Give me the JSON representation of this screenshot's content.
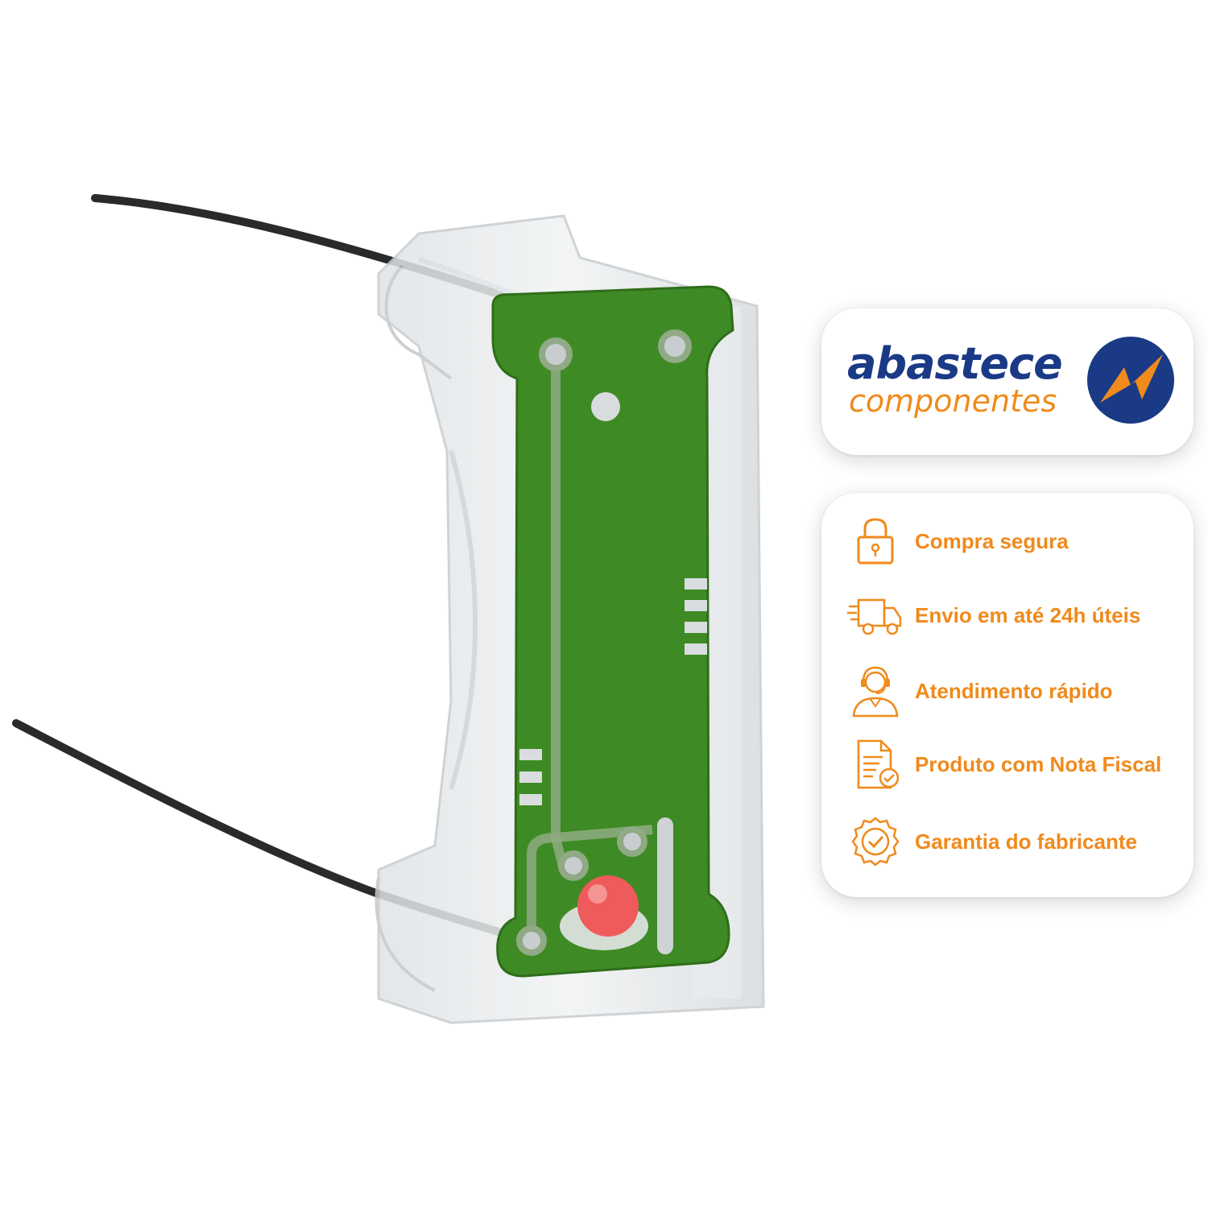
{
  "brand": {
    "name_primary": "abastece",
    "name_secondary": "componentes",
    "primary_color": "#1a3a86",
    "accent_color": "#f08a1c"
  },
  "features": [
    {
      "label": "Compra segura",
      "icon": "padlock-icon"
    },
    {
      "label": "Envio em até 24h úteis",
      "icon": "delivery-truck-icon"
    },
    {
      "label": "Atendimento rápido",
      "icon": "headset-agent-icon"
    },
    {
      "label": "Produto com Nota Fiscal",
      "icon": "invoice-document-icon"
    },
    {
      "label": "Garantia do fabricante",
      "icon": "warranty-seal-icon"
    }
  ],
  "product": {
    "board_color": "#3e8a24",
    "led_color": "#ef5a5a",
    "wire_color": "#2a2a2a"
  }
}
